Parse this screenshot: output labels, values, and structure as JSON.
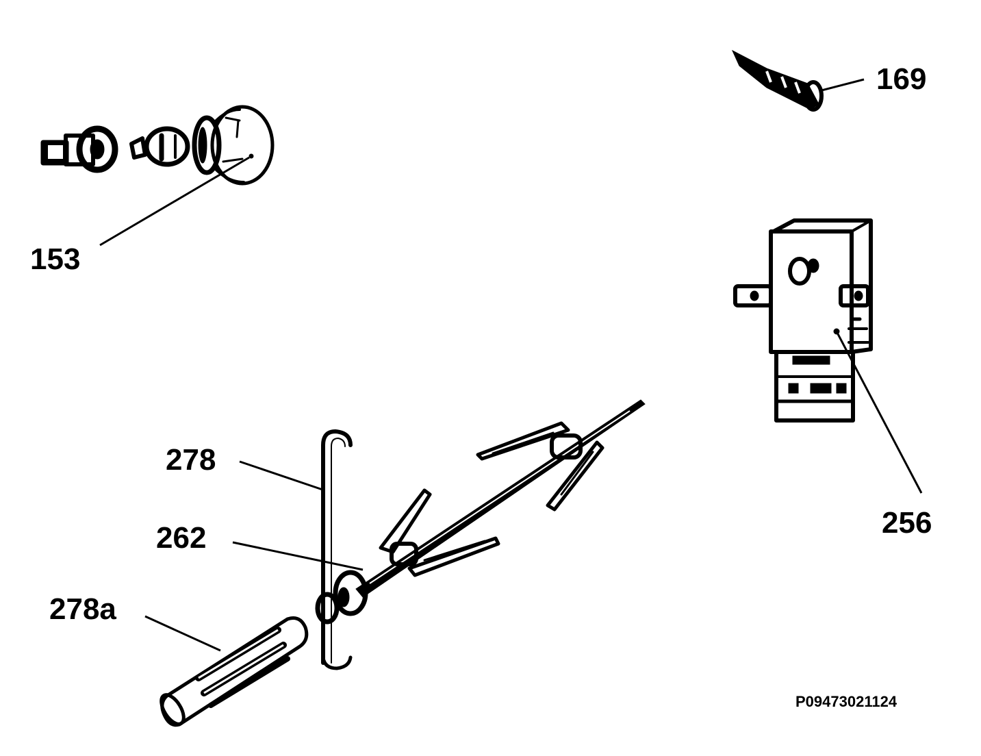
{
  "labels": {
    "p153": "153",
    "p169": "169",
    "p256": "256",
    "p278": "278",
    "p262": "262",
    "p278a": "278a"
  },
  "drawing_code": "P09473021124",
  "colors": {
    "ink": "#000000",
    "background": "#ffffff"
  }
}
